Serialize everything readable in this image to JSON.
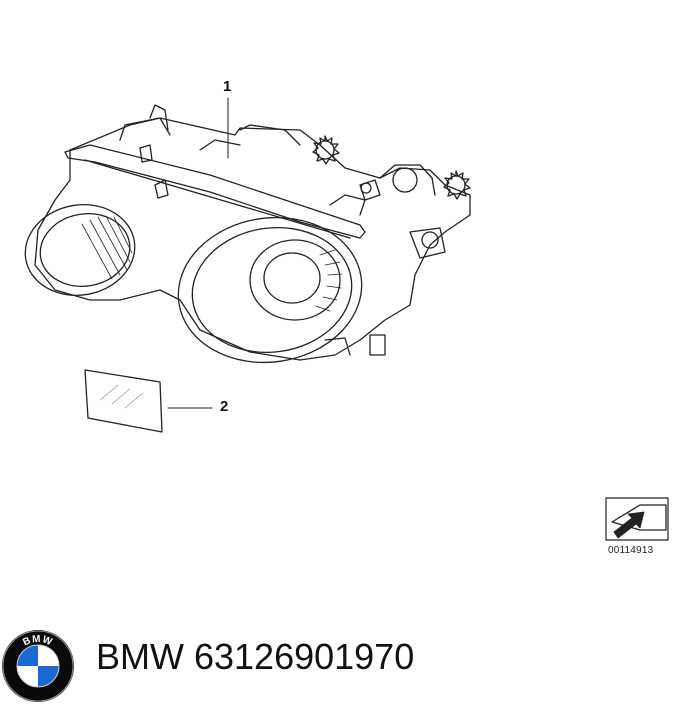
{
  "diagram": {
    "callouts": [
      {
        "number": "1",
        "part": "headlight-assembly"
      },
      {
        "number": "2",
        "part": "protective-film"
      }
    ],
    "reference_code": "00114913"
  },
  "footer": {
    "brand": "BMW",
    "part_number": "63126901970",
    "part_text": "BMW 63126901970",
    "logo_letters": "BMW",
    "logo_colors": {
      "blue": "#1c69d4",
      "white": "#ffffff",
      "black": "#0a0a0a"
    }
  }
}
